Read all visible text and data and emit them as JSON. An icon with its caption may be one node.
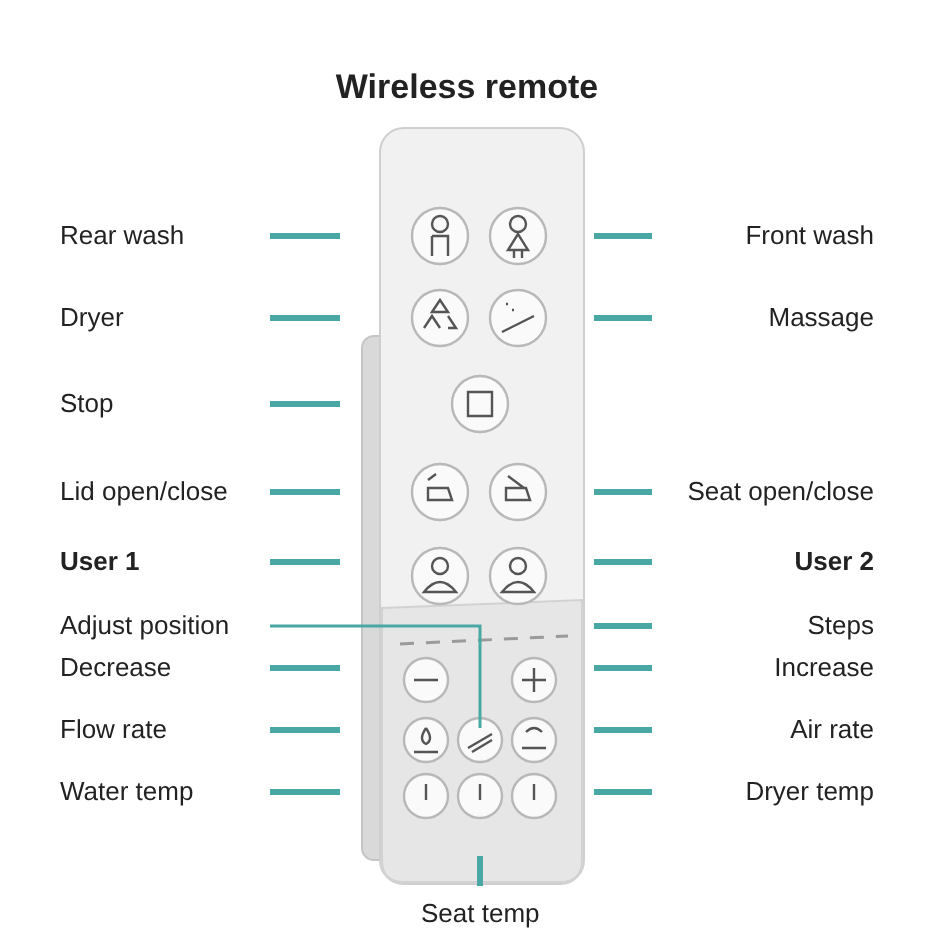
{
  "diagram": {
    "title": "Wireless remote",
    "nodes": [
      {
        "text": [
          "Rear wash"
        ]
      },
      {
        "text": [
          "Front wash"
        ]
      },
      {
        "text": [
          "Dryer"
        ]
      },
      {
        "text": [
          "Massage"
        ]
      },
      {
        "text": [
          "Stop"
        ]
      },
      {
        "text": [
          "Lid open/close"
        ]
      },
      {
        "text": [
          "Seat open/close"
        ]
      },
      {
        "text": [
          "User 1"
        ]
      },
      {
        "text": [
          "User 2"
        ]
      },
      {
        "text": [
          "Adjust position"
        ]
      },
      {
        "text": [
          "Steps"
        ]
      },
      {
        "text": [
          "Decrease"
        ]
      },
      {
        "text": [
          "Increase"
        ]
      },
      {
        "text": [
          "Flow rate"
        ]
      },
      {
        "text": [
          "Air rate"
        ]
      },
      {
        "text": [
          "Water temp"
        ]
      },
      {
        "text": [
          "Dryer temp"
        ]
      },
      {
        "text": [
          "Seat temp"
        ]
      }
    ],
    "edges": [
      {
        "from": 0,
        "to": null,
        "arrow": "none"
      },
      {
        "from": 1,
        "to": null,
        "arrow": "none"
      },
      {
        "from": 2,
        "to": null,
        "arrow": "none"
      },
      {
        "from": 3,
        "to": null,
        "arrow": "none"
      },
      {
        "from": 4,
        "to": null,
        "arrow": "none"
      },
      {
        "from": 5,
        "to": null,
        "arrow": "none"
      },
      {
        "from": 6,
        "to": null,
        "arrow": "none"
      },
      {
        "from": 7,
        "to": null,
        "arrow": "none"
      },
      {
        "from": 8,
        "to": null,
        "arrow": "none"
      },
      {
        "from": 9,
        "to": null,
        "arrow": "none"
      },
      {
        "from": 10,
        "to": null,
        "arrow": "none"
      },
      {
        "from": 11,
        "to": null,
        "arrow": "none"
      },
      {
        "from": 12,
        "to": null,
        "arrow": "none"
      },
      {
        "from": 13,
        "to": null,
        "arrow": "none"
      },
      {
        "from": 14,
        "to": null,
        "arrow": "none"
      },
      {
        "from": 15,
        "to": null,
        "arrow": "none"
      },
      {
        "from": 16,
        "to": null,
        "arrow": "none"
      },
      {
        "from": 17,
        "to": null,
        "arrow": "none"
      }
    ]
  }
}
